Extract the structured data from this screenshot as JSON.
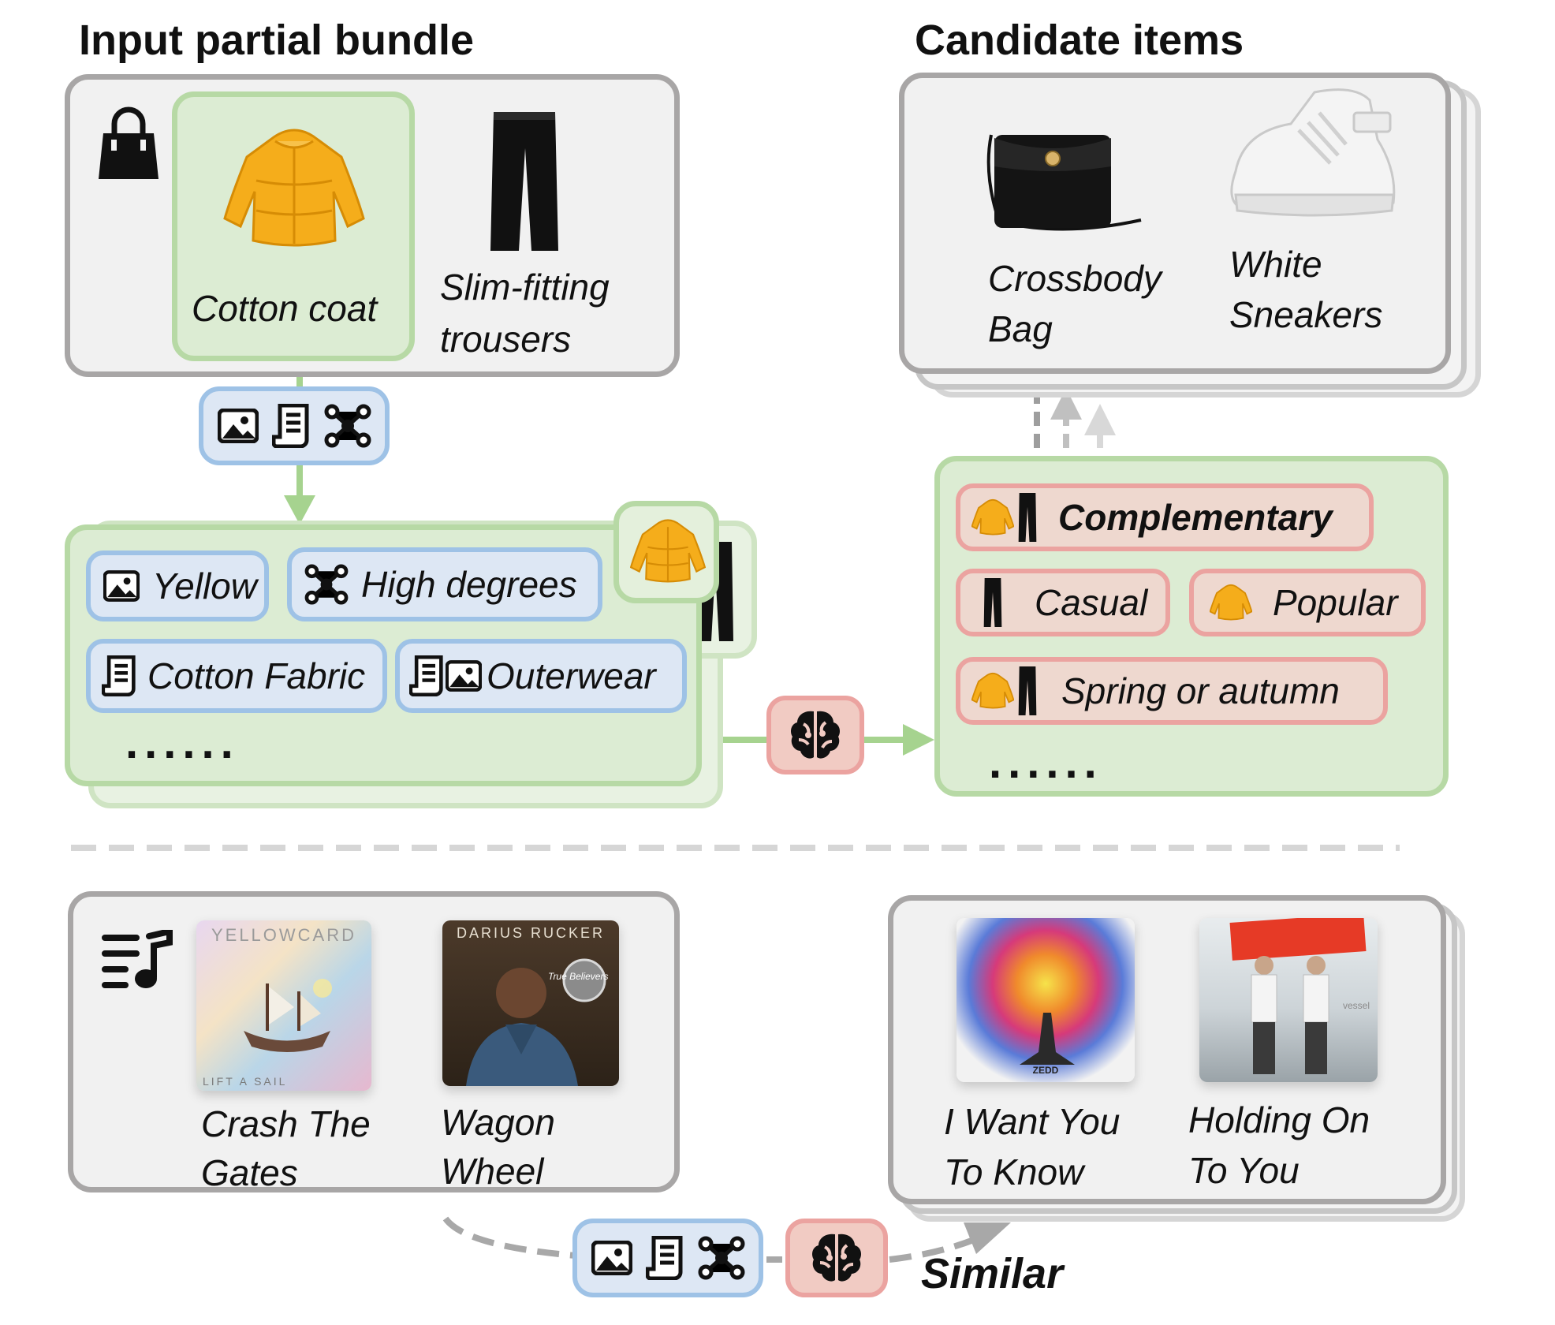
{
  "headings": {
    "input": "Input partial bundle",
    "candidates": "Candidate items"
  },
  "fashion": {
    "bundle_icon": "shopping-bag-icon",
    "input_items": [
      {
        "label": "Cotton coat",
        "icon": "yellow-puffer-jacket",
        "highlight_color": "#dcecd3"
      },
      {
        "label": "Slim-fitting trousers",
        "line1": "Slim-fitting",
        "line2": "trousers",
        "icon": "black-trousers"
      }
    ],
    "modality_icons": [
      "image-icon",
      "text-document-icon",
      "graph-network-icon"
    ],
    "attributes": [
      {
        "label": "Yellow",
        "icons": [
          "image-icon"
        ]
      },
      {
        "label": "High degrees",
        "icons": [
          "graph-network-icon"
        ]
      },
      {
        "label": "Cotton Fabric",
        "icons": [
          "text-document-icon"
        ]
      },
      {
        "label": "Outerwear",
        "icons": [
          "text-document-icon",
          "image-icon"
        ]
      }
    ],
    "attributes_more": "......",
    "reasoner_icon": "brain-icon",
    "intents": [
      {
        "label": "Complementary",
        "bold": true,
        "icons": [
          "yellow-puffer-jacket",
          "black-trousers"
        ]
      },
      {
        "label": "Casual",
        "icons": [
          "black-trousers"
        ]
      },
      {
        "label": "Popular",
        "icons": [
          "yellow-puffer-jacket"
        ]
      },
      {
        "label": "Spring or autumn",
        "icons": [
          "yellow-puffer-jacket",
          "black-trousers"
        ]
      }
    ],
    "intents_more": "......",
    "candidates": [
      {
        "label": "Crossbody Bag",
        "line1": "Crossbody",
        "line2": "Bag",
        "icon": "black-crossbody-bag"
      },
      {
        "label": "White Sneakers",
        "line1": "White",
        "line2": "Sneakers",
        "icon": "white-sneaker"
      }
    ]
  },
  "music": {
    "bundle_icon": "music-playlist-icon",
    "input_items": [
      {
        "label": "Crash The Gates",
        "line1": "Crash The",
        "line2": "Gates",
        "cover_text": "YELLOWCARD",
        "cover_footer": "LIFT A SAIL"
      },
      {
        "label": "Wagon Wheel",
        "line1": "Wagon",
        "line2": "Wheel",
        "cover_text": "DARIUS RUCKER",
        "cover_badge": "True Believers"
      }
    ],
    "modality_icons": [
      "image-icon",
      "text-document-icon",
      "graph-network-icon"
    ],
    "reasoner_icon": "brain-icon",
    "relation": "Similar",
    "candidates": [
      {
        "label": "I Want You To Know",
        "line1": "I Want You",
        "line2": "To Know",
        "cover_text": "ZEDD"
      },
      {
        "label": "Holding On To You",
        "line1": "Holding On",
        "line2": "To You",
        "cover_text": "vessel"
      }
    ]
  },
  "colors": {
    "green_fill": "#dcecd3",
    "green_border": "#b7d9a5",
    "blue_fill": "#dde7f4",
    "blue_border": "#9ec2e6",
    "red_fill": "#eed8cf",
    "red_border": "#eba3a0",
    "panel_fill": "#f1f1f1",
    "panel_border": "#a8a6a6",
    "arrow_green": "#a6d38f",
    "arrow_gray": "#b0b0b0"
  }
}
